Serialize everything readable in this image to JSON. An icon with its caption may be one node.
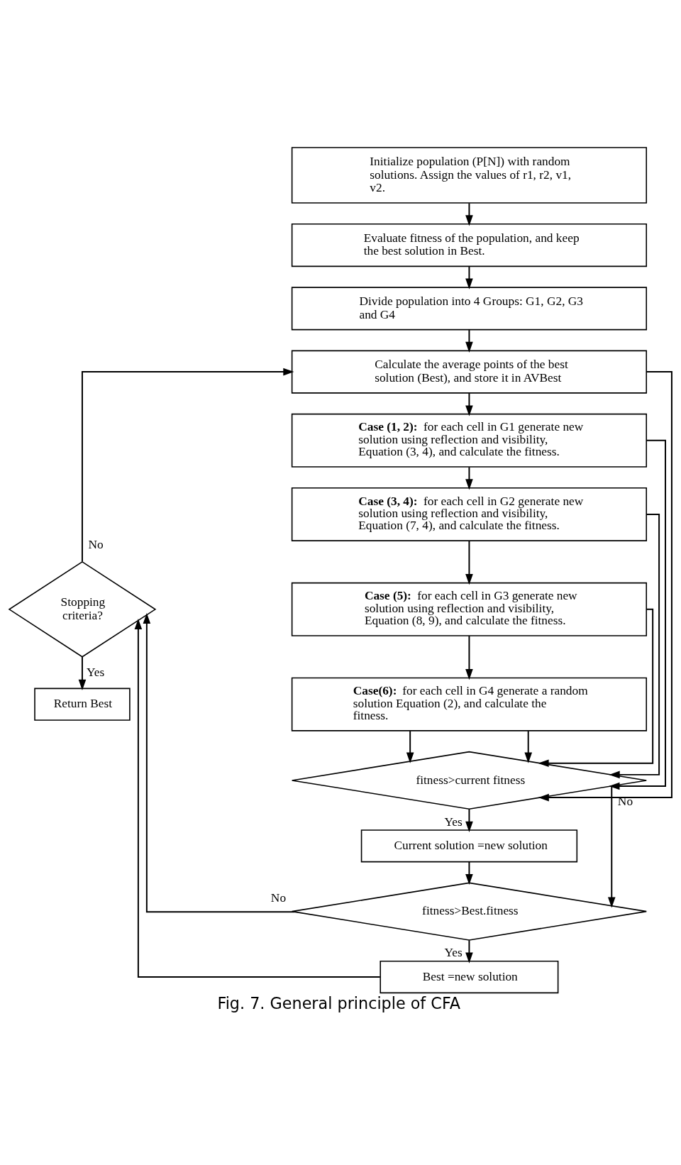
{
  "diagram": {
    "caption": "Fig. 7. General principle of CFA",
    "nodes": [
      {
        "text": [
          "Initialize population (P[N]) with random solutions. Assign the values of r1, r2, v1, v2."
        ]
      },
      {
        "text": [
          "Evaluate fitness of the population, and keep the best solution in Best."
        ]
      },
      {
        "text": [
          "Divide population into 4 Groups: G1, G2, G3 and G4"
        ]
      },
      {
        "text": [
          "Calculate the average points of the best solution (Best), and store it in AVBest"
        ]
      },
      {
        "text": [
          "**Case (1, 2):** for each cell in G1 generate new solution using reflection and visibility, Equation (3, 4), and calculate the fitness."
        ]
      },
      {
        "text": [
          "**Case (3, 4):** for each cell in G2 generate new solution using reflection and visibility, Equation (7, 4), and calculate the fitness."
        ]
      },
      {
        "text": [
          "**Case (5):** for each cell in G3 generate new solution using reflection and visibility, Equation (8, 9), and calculate the fitness."
        ]
      },
      {
        "text": [
          "**Case(6):** for each cell in G4 generate a random solution Equation (2), and calculate the fitness."
        ]
      },
      {
        "text": [
          "fitness>current fitness"
        ]
      },
      {
        "text": [
          "Current solution =new solution"
        ]
      },
      {
        "text": [
          "fitness>Best.fitness"
        ]
      },
      {
        "text": [
          "Best =new solution"
        ]
      },
      {
        "text": [
          "Stopping criteria?"
        ]
      },
      {
        "text": [
          "Return Best"
        ]
      }
    ],
    "edges": [
      {
        "from": 0,
        "to": 1,
        "arrow": "to"
      },
      {
        "from": 1,
        "to": 2,
        "arrow": "to"
      },
      {
        "from": 2,
        "to": 3,
        "arrow": "to"
      },
      {
        "from": 12,
        "to": 3,
        "arrow": "to",
        "label": "No"
      },
      {
        "from": 3,
        "to": 4,
        "arrow": "to"
      },
      {
        "from": 4,
        "to": 5,
        "arrow": "to"
      },
      {
        "from": 5,
        "to": 6,
        "arrow": "to"
      },
      {
        "from": 6,
        "to": 7,
        "arrow": "to"
      },
      {
        "from": 7,
        "to": 8,
        "arrow": "to"
      },
      {
        "from": 3,
        "to": 8,
        "arrow": "to"
      },
      {
        "from": 4,
        "to": 8,
        "arrow": "to"
      },
      {
        "from": 5,
        "to": 8,
        "arrow": "to"
      },
      {
        "from": 6,
        "to": 8,
        "arrow": "to"
      },
      {
        "from": 7,
        "to": 8,
        "arrow": "to"
      },
      {
        "from": 8,
        "to": 9,
        "arrow": "to",
        "label": "Yes"
      },
      {
        "from": 8,
        "to": 10,
        "arrow": "to",
        "label": "No"
      },
      {
        "from": 9,
        "to": 10,
        "arrow": "to"
      },
      {
        "from": 10,
        "to": 11,
        "arrow": "to",
        "label": "Yes"
      },
      {
        "from": 10,
        "to": 12,
        "arrow": "to",
        "label": "No"
      },
      {
        "from": 11,
        "to": 12,
        "arrow": "to"
      },
      {
        "from": 12,
        "to": 13,
        "arrow": "to",
        "label": "Yes"
      }
    ]
  }
}
